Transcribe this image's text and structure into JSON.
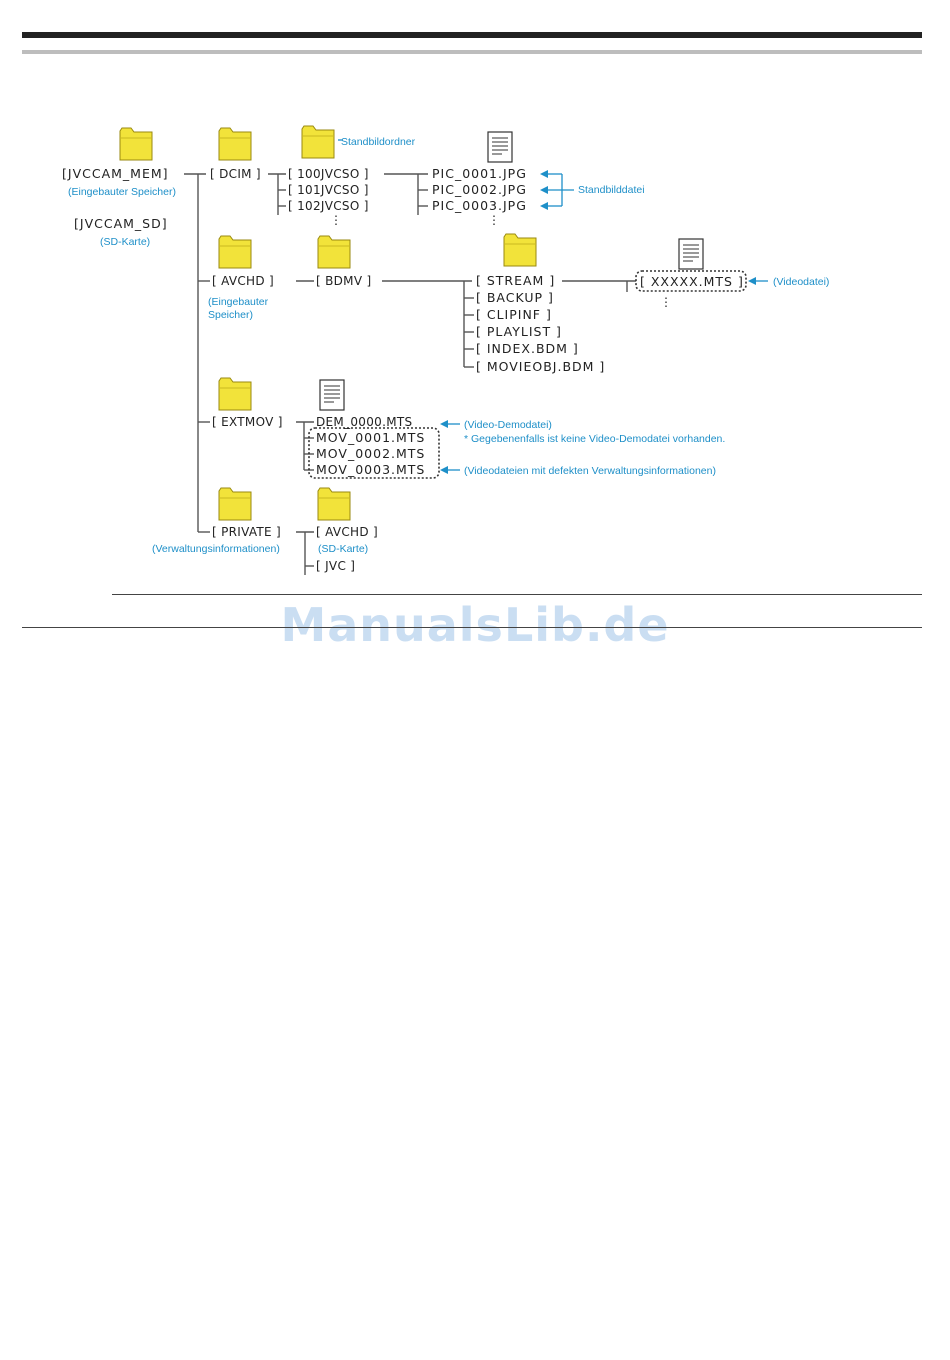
{
  "watermark": "ManualsLib.de",
  "colors": {
    "accent": "#1e8fc8",
    "folder": "#f2e33a",
    "line": "#555555"
  },
  "icons": {
    "folder": "folder-icon",
    "file": "file-icon"
  },
  "roots": {
    "mem": "[JVCCAM_MEM]",
    "mem_note": "(Eingebauter Speicher)",
    "sd": "[JVCCAM_SD]",
    "sd_note": "(SD-Karte)"
  },
  "dcim": {
    "label": "[ DCIM ]",
    "folder_note": "Standbildordner",
    "subfolders": [
      "[ 100JVCSO ]",
      "[ 101JVCSO ]",
      "[ 102JVCSO ]"
    ],
    "files": [
      "PIC_0001.JPG",
      "PIC_0002.JPG",
      "PIC_0003.JPG"
    ],
    "file_note": "Standbilddatei",
    "ellipsis": "⋮"
  },
  "avchd": {
    "label": "[ AVCHD ]",
    "note_line1": "(Eingebauter",
    "note_line2": "Speicher)",
    "bdmv": "[ BDMV ]",
    "children": [
      "[ STREAM ]",
      "[ BACKUP ]",
      "[ CLIPINF ]",
      "[ PLAYLIST ]",
      "[ INDEX.BDM ]",
      "[ MOVIEOBJ.BDM ]"
    ],
    "stream_file": "[ XXXXX.MTS ]",
    "stream_note": "(Videodatei)",
    "ellipsis": "⋮"
  },
  "extmov": {
    "label": "[ EXTMOV ]",
    "files": [
      "DEM_0000.MTS",
      "MOV_0001.MTS",
      "MOV_0002.MTS",
      "MOV_0003.MTS"
    ],
    "demo_note": "(Video-Demodatei)",
    "demo_footnote": "* Gegebenenfalls ist keine Video-Demodatei vorhanden.",
    "defect_note": "(Videodateien mit defekten Verwaltungsinformationen)"
  },
  "private": {
    "label": "[ PRIVATE ]",
    "note": "(Verwaltungsinformationen)",
    "children": [
      "[ AVCHD ]",
      "[ JVC ]"
    ],
    "avchd_note": "(SD-Karte)"
  }
}
